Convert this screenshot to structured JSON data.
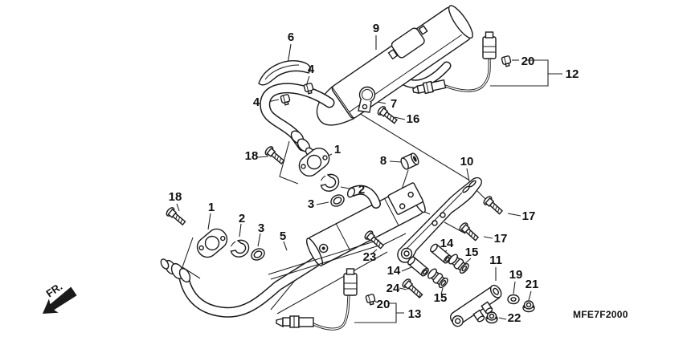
{
  "diagram": {
    "code": "MFE7F2000",
    "direction_label": "FR.",
    "colors": {
      "line": "#1a1a1a",
      "background": "#ffffff"
    },
    "callouts": [
      "6",
      "9",
      "4",
      "4",
      "20",
      "12",
      "7",
      "16",
      "18",
      "1",
      "8",
      "2",
      "3",
      "10",
      "18",
      "1",
      "2",
      "3",
      "5",
      "17",
      "17",
      "23",
      "14",
      "14",
      "15",
      "15",
      "24",
      "11",
      "19",
      "21",
      "20",
      "13",
      "22"
    ]
  }
}
